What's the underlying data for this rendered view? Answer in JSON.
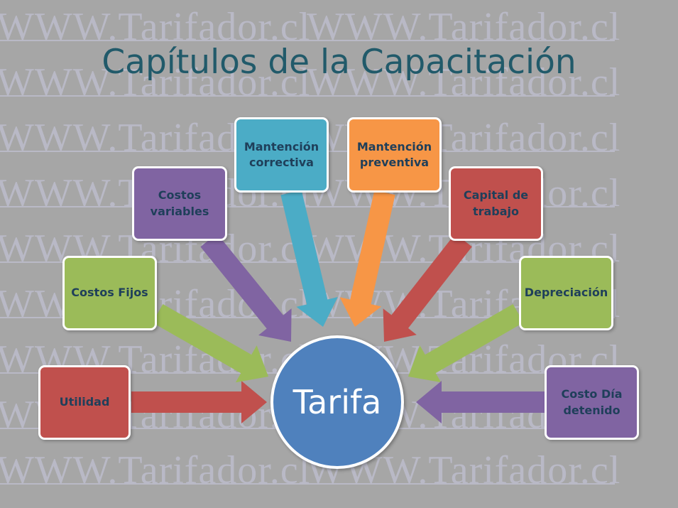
{
  "watermark": {
    "text": "WWW.Tarifador.cl"
  },
  "title": "Capítulos de la Capacitación",
  "center": {
    "label": "Tarifa",
    "color": "#4f81bd"
  },
  "nodes": [
    {
      "id": "utilidad",
      "label": "Utilidad",
      "color": "#c0504d"
    },
    {
      "id": "costos-fijos",
      "label": "Costos Fijos",
      "color": "#9bbb59"
    },
    {
      "id": "costos-variables",
      "label": "Costos variables",
      "color": "#8064a2"
    },
    {
      "id": "mantencion-correctiva",
      "label": "Mantención correctiva",
      "color": "#4bacc6"
    },
    {
      "id": "mantencion-preventiva",
      "label": "Mantención preventiva",
      "color": "#f79646"
    },
    {
      "id": "capital-de-trabajo",
      "label": "Capital de trabajo",
      "color": "#c0504d"
    },
    {
      "id": "depreciacion",
      "label": "Depreciación",
      "color": "#9bbb59"
    },
    {
      "id": "costo-dia-detenido",
      "label": "Costo Día detenido",
      "color": "#8064a2"
    }
  ]
}
